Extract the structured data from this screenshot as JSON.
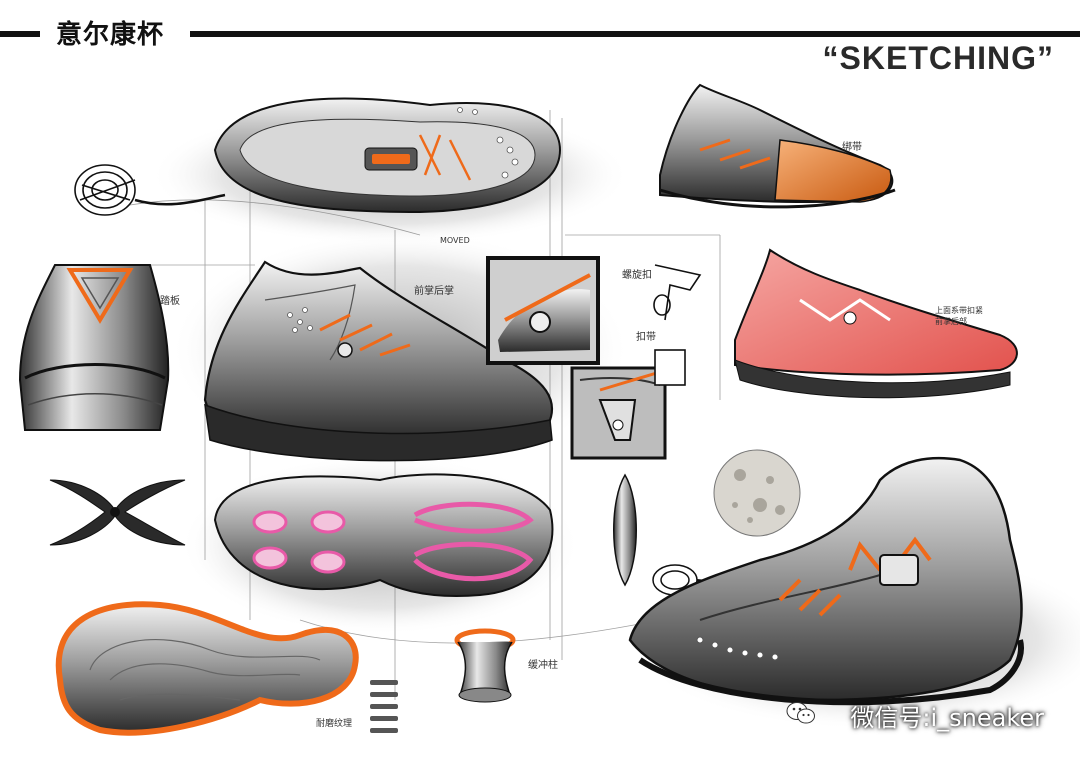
{
  "header": {
    "title_cn": "意尔康杯",
    "title_en": "“SKETCHING”"
  },
  "annotations": {
    "note_left": "踏板",
    "note_top_shoe": "前掌后掌",
    "note_detail_a": "螺旋扣",
    "note_detail_b": "扣带",
    "note_red_shoe": "上面系带扣紧\n前掌后部",
    "note_orange": "绑带",
    "note_spring": "缓冲柱",
    "note_sole": "耐磨纹理",
    "note_mid": "MOVED"
  },
  "watermark": {
    "text": "微信号:i_sneaker",
    "icon": "wechat-icon"
  },
  "colors": {
    "accent_orange": "#ef6a1a",
    "accent_pink": "#e85aa8",
    "accent_red": "#e9605c"
  }
}
